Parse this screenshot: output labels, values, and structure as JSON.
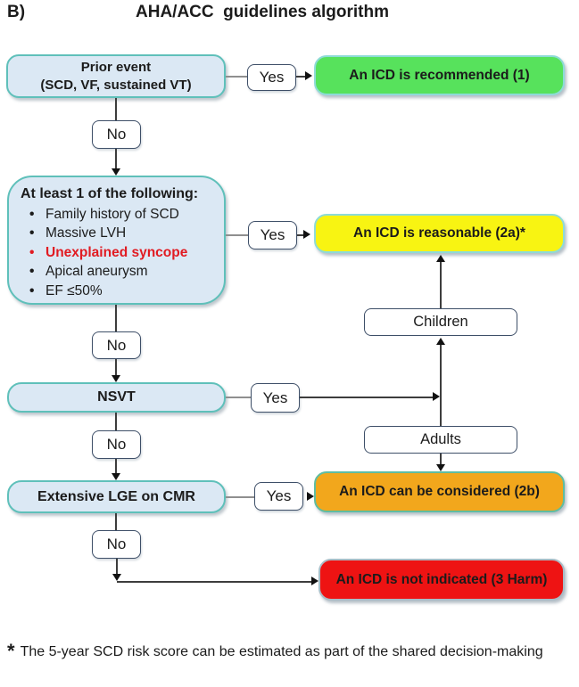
{
  "header": {
    "panel_label": "B)",
    "title": "AHA/ACC  guidelines algorithm"
  },
  "gates": {
    "yes": "Yes",
    "no": "No"
  },
  "flow": {
    "prior_event": {
      "line1": "Prior event",
      "line2": "(SCD, VF, sustained VT)"
    },
    "criteria": {
      "title": "At least 1 of the following:",
      "items": [
        "Family history of SCD",
        "Massive LVH",
        "Unexplained syncope",
        "Apical aneurysm",
        "EF ≤50%"
      ],
      "highlighted_item": "Unexplained syncope"
    },
    "nsvt": "NSVT",
    "lge": "Extensive LGE on CMR",
    "population": {
      "children": "Children",
      "adults": "Adults"
    },
    "outcomes": {
      "recommended": {
        "label": "An ICD is recommended (1)",
        "color": "#57e25c"
      },
      "reasonable": {
        "label": "An ICD is reasonable (2a)*",
        "color": "#f8f412"
      },
      "considered": {
        "label": "An ICD can be considered (2b)",
        "color": "#f2a71c"
      },
      "not_indicated": {
        "label": "An ICD is not indicated (3 Harm)",
        "color": "#ee1313"
      }
    }
  },
  "footnote": {
    "marker": "*",
    "text": "The 5-year SCD risk score can be estimated as part of the shared decision-making"
  },
  "colors": {
    "decision_fill": "#dbe8f4",
    "decision_border": "#5fc0ba",
    "gate_border": "#3e4f68",
    "highlight_text": "#e11b22",
    "connector_line": "#3d3d3d"
  }
}
